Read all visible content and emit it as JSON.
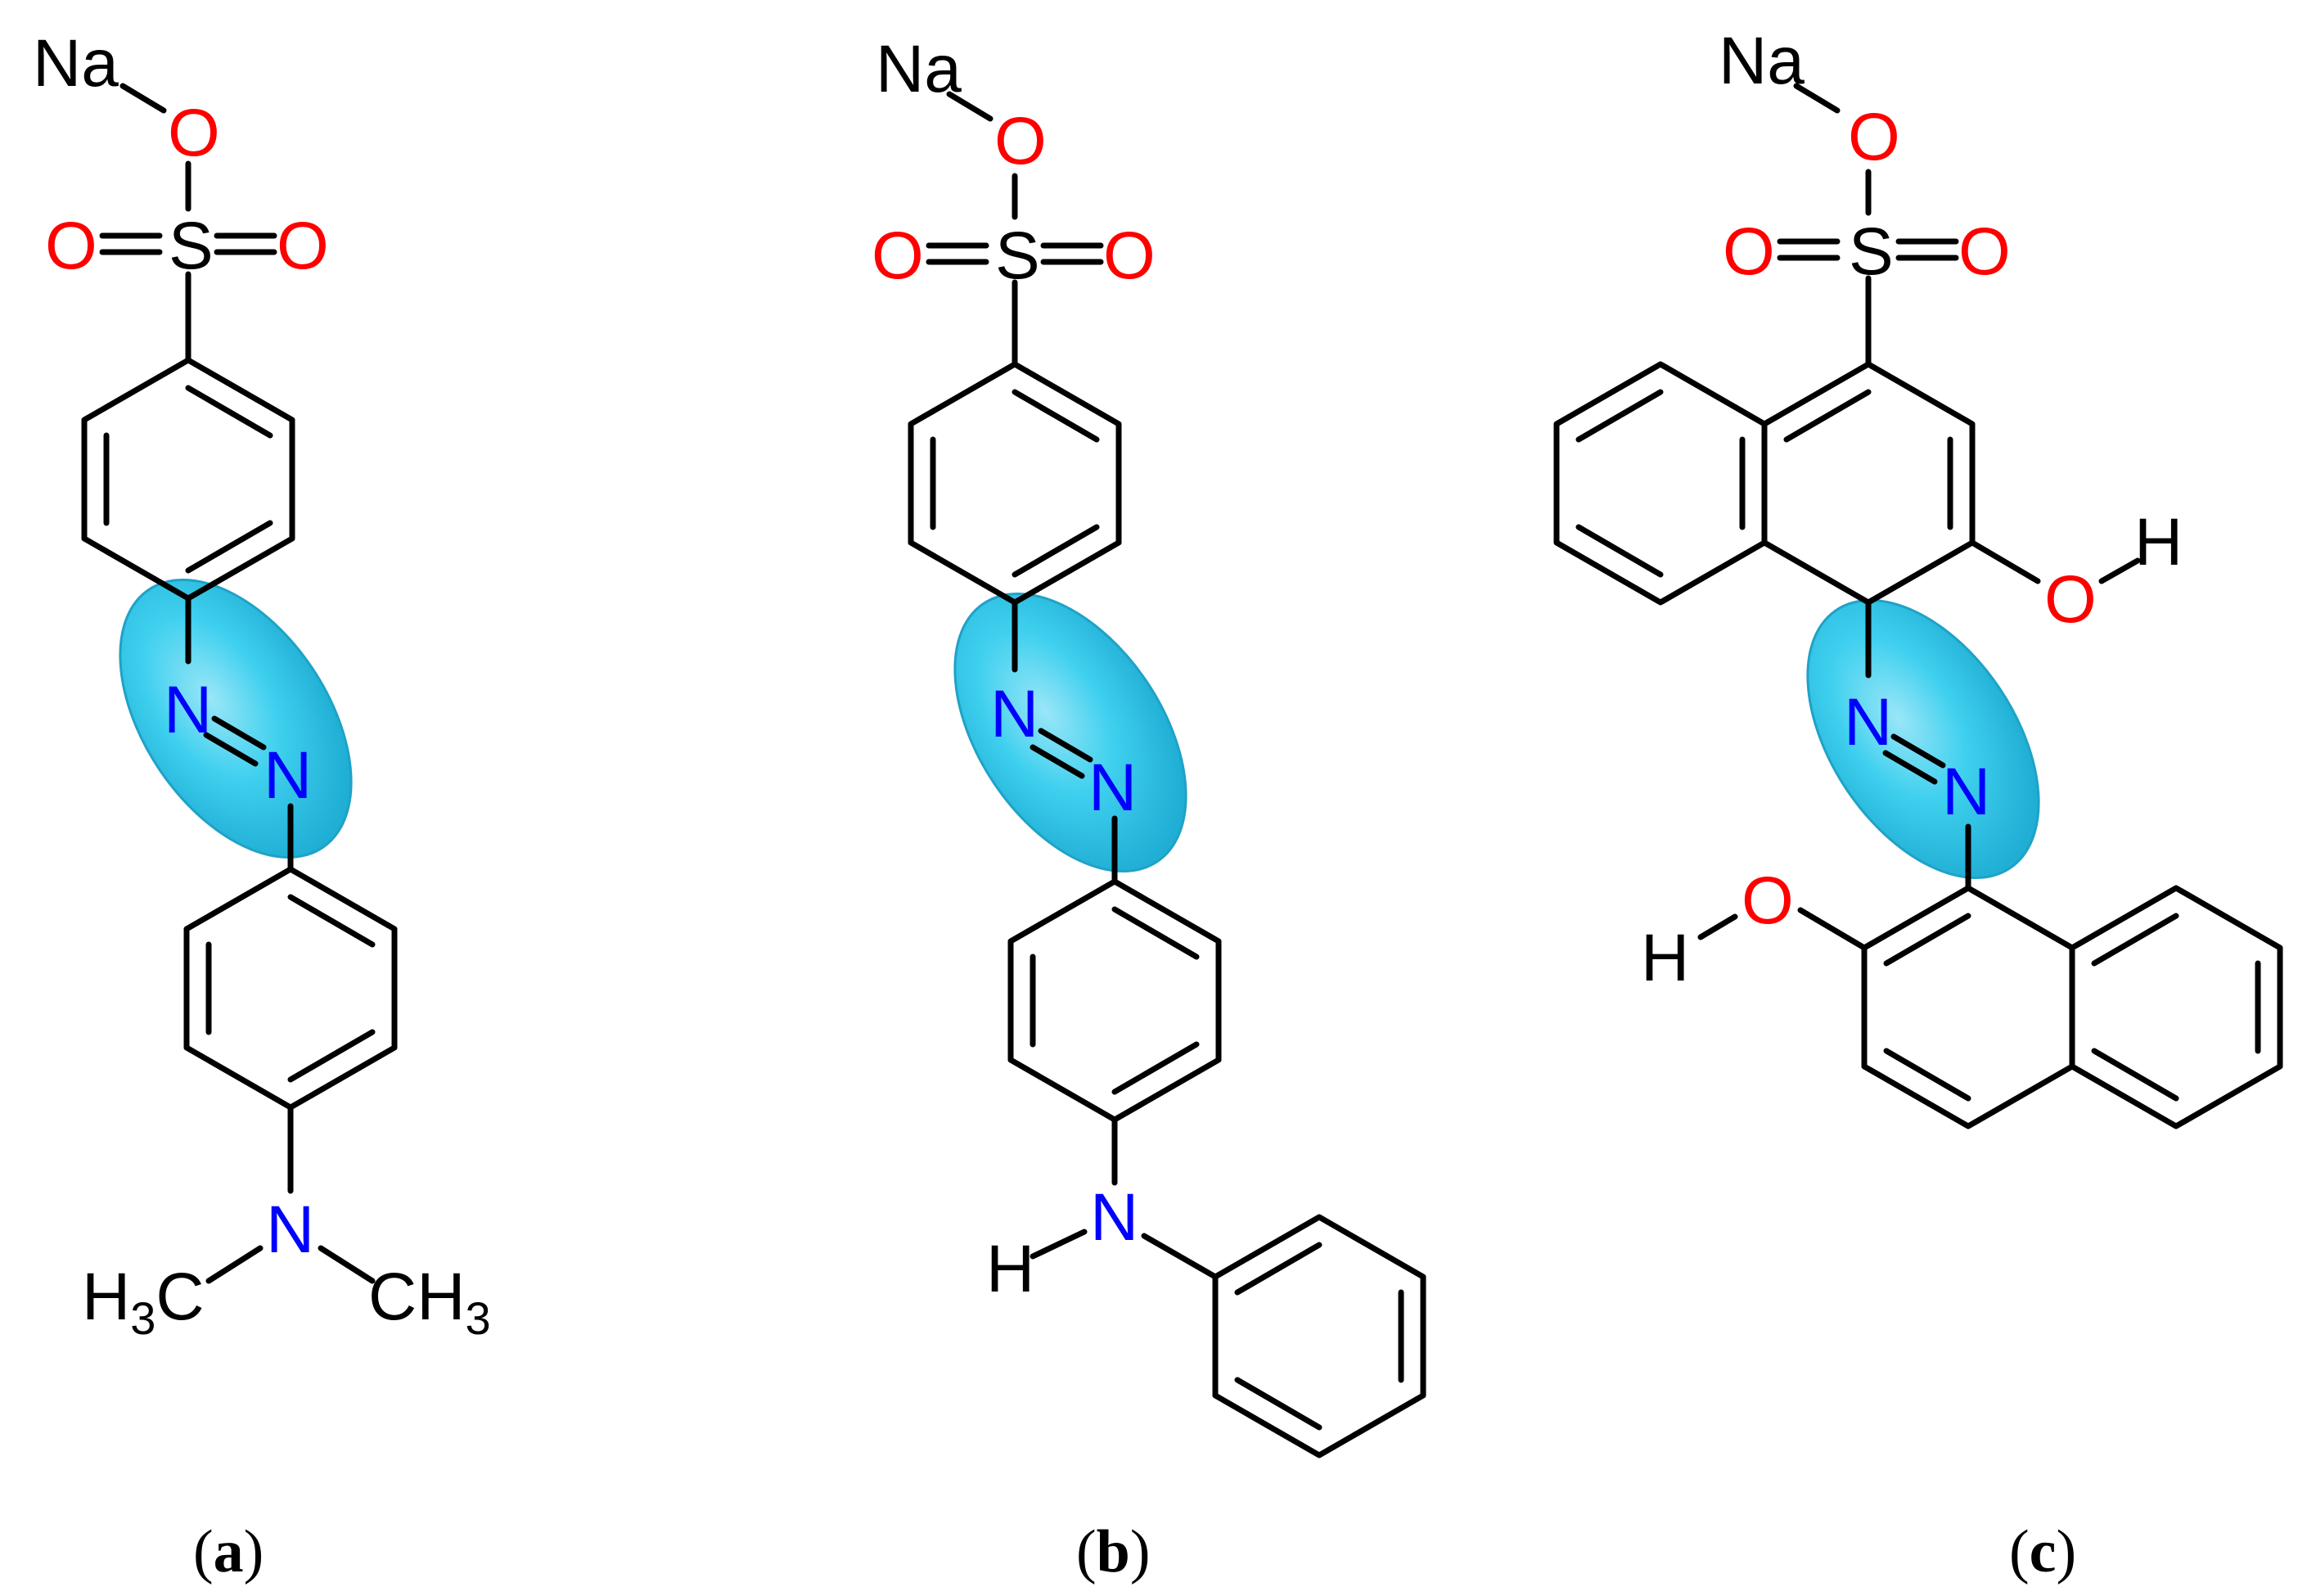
{
  "figure": {
    "panels": [
      {
        "id": "a",
        "caption_open": "(",
        "caption_letter": "a",
        "caption_close": ")",
        "atoms": {
          "na": "Na",
          "o_link": "O",
          "o_left": "O",
          "s": "S",
          "o_right": "O",
          "n_upper": "N",
          "n_lower": "N",
          "n_amine": "N",
          "h3c": "H",
          "h3c_sub": "3",
          "h3c_c": "C",
          "ch3": "CH",
          "ch3_sub": "3"
        }
      },
      {
        "id": "b",
        "caption_open": "(",
        "caption_letter": "b",
        "caption_close": ")",
        "atoms": {
          "na": "Na",
          "o_link": "O",
          "o_left": "O",
          "s": "S",
          "o_right": "O",
          "n_upper": "N",
          "n_lower": "N",
          "n_amine": "N",
          "h_amine": "H"
        }
      },
      {
        "id": "c",
        "caption_open": "(",
        "caption_letter": "c",
        "caption_close": ")",
        "atoms": {
          "na": "Na",
          "o_link": "O",
          "o_left": "O",
          "s": "S",
          "o_right": "O",
          "n_upper": "N",
          "n_lower": "N",
          "oh1_o": "O",
          "oh1_h": "H",
          "oh2_o": "O",
          "oh2_h": "H"
        }
      }
    ],
    "colors": {
      "bond": "#000000",
      "oxygen": "#ff0000",
      "nitrogen": "#0000ff",
      "carbon_label": "#000000",
      "azo_highlight": "#33c4e8",
      "azo_highlight_edge": "#1fa2c7"
    }
  }
}
